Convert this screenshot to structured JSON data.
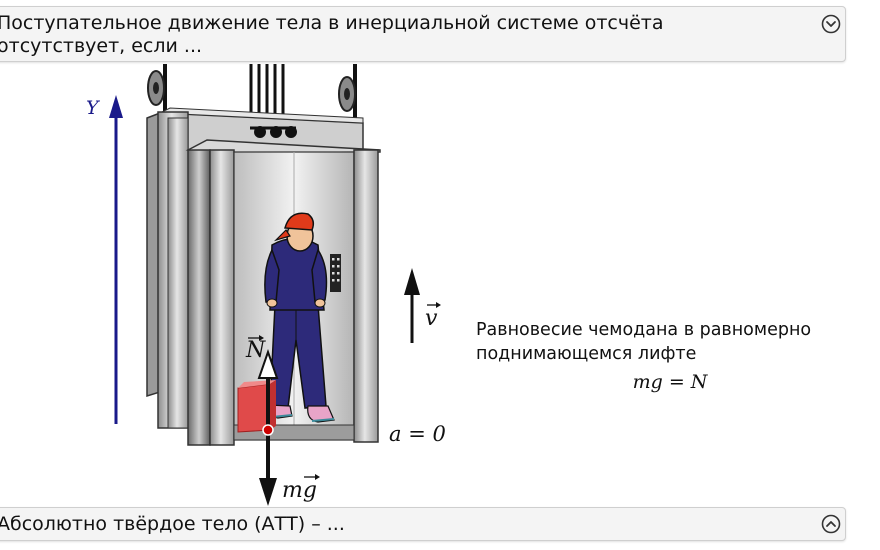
{
  "accordion_top": {
    "title": "Поступательное движение тела в инерциальной системе отсчёта отсутствует, если ...",
    "icon": "chevron-down-circle-icon"
  },
  "accordion_bottom": {
    "title": "Абсолютно твёрдое тело (АТТ) – ...",
    "icon": "chevron-up-circle-icon"
  },
  "figure": {
    "axis_label": "Y",
    "velocity_label": "v",
    "normal_force_label": "N",
    "gravity_label": "mg",
    "acceleration_label": "a = 0",
    "caption": "Равновесие чемодана в равномерно поднимающемся лифте",
    "formula": "mg = N",
    "colors": {
      "axis": "#1a1a8a",
      "suitcase": "#e04a4a",
      "cap": "#e03a1a",
      "overalls": "#2d2a7a"
    }
  }
}
